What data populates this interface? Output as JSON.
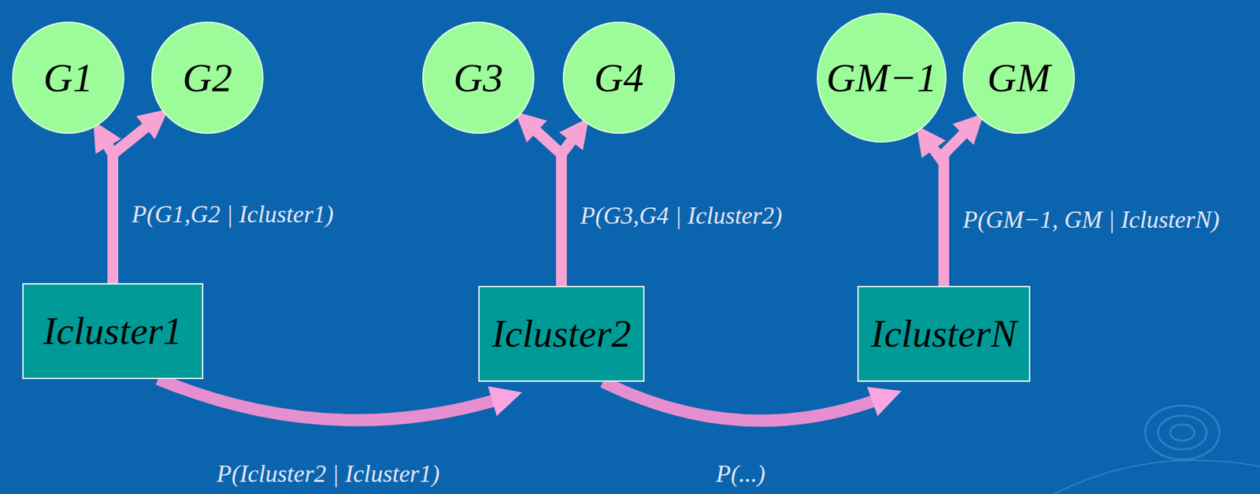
{
  "diagram": {
    "nodes": [
      {
        "text": [
          "G1"
        ]
      },
      {
        "text": [
          "G2"
        ]
      },
      {
        "text": [
          "G3"
        ]
      },
      {
        "text": [
          "G4"
        ]
      },
      {
        "text": [
          "GM−1"
        ]
      },
      {
        "text": [
          "GM"
        ]
      },
      {
        "text": [
          "Icluster1"
        ]
      },
      {
        "text": [
          "Icluster2"
        ]
      },
      {
        "text": [
          "IclusterN"
        ]
      }
    ],
    "edges": [
      {
        "from": 6,
        "to": 0,
        "arrow": "to",
        "label": "P(G1,G2 | Icluster1)"
      },
      {
        "from": 6,
        "to": 1,
        "arrow": "to"
      },
      {
        "from": 7,
        "to": 2,
        "arrow": "to",
        "label": "P(G3,G4 | Icluster2)"
      },
      {
        "from": 7,
        "to": 3,
        "arrow": "to"
      },
      {
        "from": 8,
        "to": 4,
        "arrow": "to",
        "label": "P(GM−1, GM | IclusterN)"
      },
      {
        "from": 8,
        "to": 5,
        "arrow": "to"
      },
      {
        "from": 6,
        "to": 7,
        "arrow": "to",
        "label": "P(Icluster2 | Icluster1)"
      },
      {
        "from": 7,
        "to": 8,
        "arrow": "to",
        "label": "P(...)"
      }
    ]
  }
}
